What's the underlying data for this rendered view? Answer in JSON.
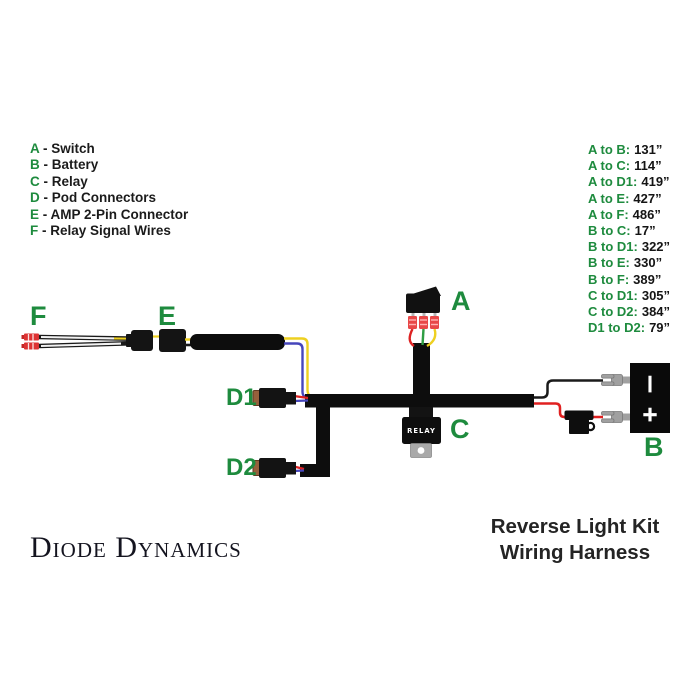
{
  "legend": {
    "sep": " - ",
    "items": [
      {
        "letter": "A",
        "name": "Switch"
      },
      {
        "letter": "B",
        "name": "Battery"
      },
      {
        "letter": "C",
        "name": "Relay"
      },
      {
        "letter": "D",
        "name": "Pod Connectors"
      },
      {
        "letter": "E",
        "name": "AMP 2-Pin Connector"
      },
      {
        "letter": "F",
        "name": "Relay Signal Wires"
      }
    ]
  },
  "measurements": {
    "items": [
      {
        "label": "A to B:",
        "value": "131”"
      },
      {
        "label": "A to C:",
        "value": "114”"
      },
      {
        "label": "A to D1:",
        "value": "419”"
      },
      {
        "label": "A to E:",
        "value": "427”"
      },
      {
        "label": "A to F:",
        "value": "486”"
      },
      {
        "label": "B to C:",
        "value": "17”"
      },
      {
        "label": "B to D1:",
        "value": "322”"
      },
      {
        "label": "B to E:",
        "value": "330”"
      },
      {
        "label": "B to F:",
        "value": "389”"
      },
      {
        "label": "C to D1:",
        "value": "305”"
      },
      {
        "label": "C to D2:",
        "value": "384”"
      },
      {
        "label": "D1 to D2:",
        "value": "79”"
      }
    ]
  },
  "diagram": {
    "labels": {
      "a": "A",
      "b": "B",
      "c": "C",
      "e": "E",
      "f": "F",
      "d1": "D1",
      "d2": "D2"
    },
    "relay_text": "RELAY",
    "battery": {
      "negative": "|",
      "positive": "+"
    }
  },
  "footer": {
    "brand": "Diode Dynamics",
    "title_line1": "Reverse Light Kit",
    "title_line2": "Wiring Harness"
  },
  "colors": {
    "accent_green": "#1e8b3e",
    "harness_black": "#0d0d0d",
    "wire_red": "#dd2222",
    "wire_yellow": "#eed020",
    "wire_green": "#2f9e44",
    "wire_blue": "#4646bb",
    "terminal_red": "#e84848",
    "connector_copper": "#96603c",
    "metal_gray": "#a0a0a0"
  }
}
